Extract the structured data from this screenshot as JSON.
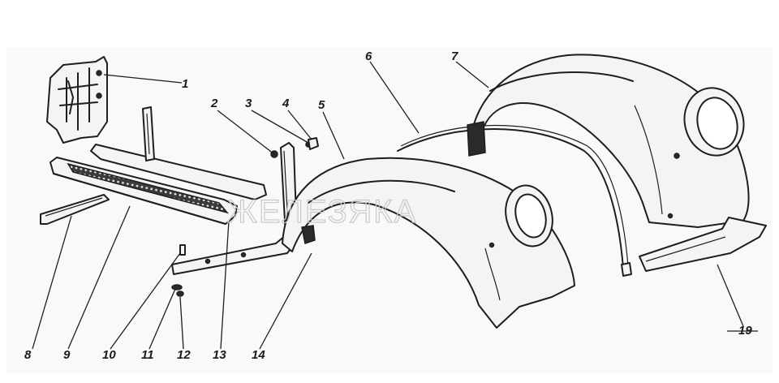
{
  "diagram": {
    "watermark": "ЖЕЛЕЗЯКА",
    "labels": {
      "l1": "1",
      "l2": "2",
      "l3": "3",
      "l4": "4",
      "l5": "5",
      "l6": "6",
      "l7": "7",
      "l8": "8",
      "l9": "9",
      "l10": "10",
      "l11": "11",
      "l12": "12",
      "l13": "13",
      "l14": "14",
      "l19": "19"
    }
  }
}
